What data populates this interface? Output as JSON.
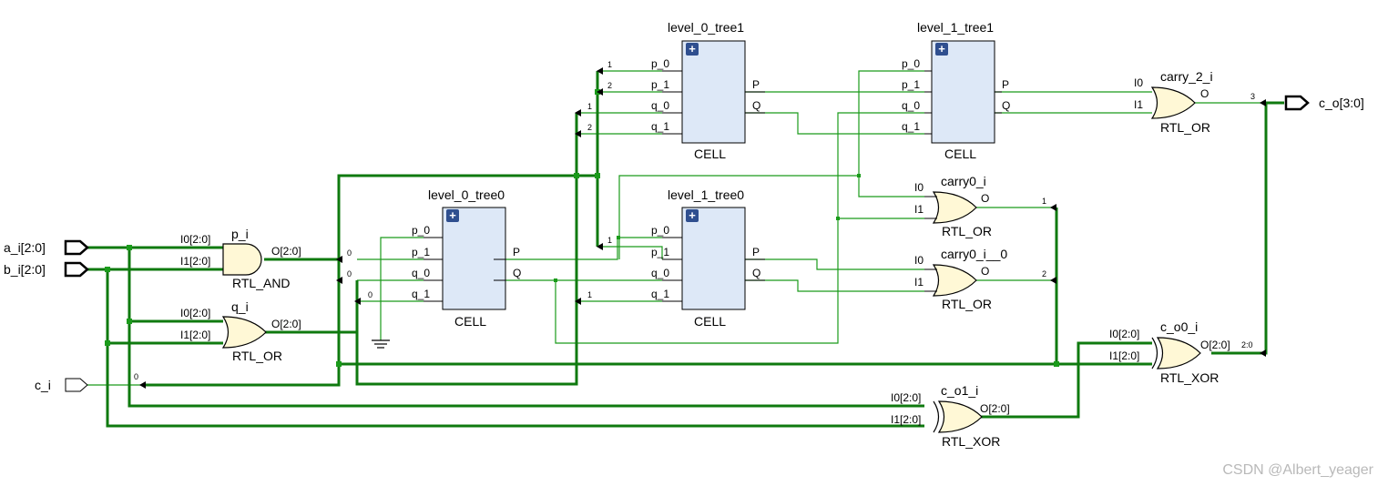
{
  "ports": {
    "a_i": "a_i[2:0]",
    "b_i": "b_i[2:0]",
    "c_i": "c_i",
    "c_o": "c_o[3:0]"
  },
  "cells": {
    "level_0_tree0": {
      "name": "level_0_tree0",
      "type": "CELL",
      "in": [
        "p_0",
        "p_1",
        "q_0",
        "q_1"
      ],
      "out": [
        "P",
        "Q"
      ],
      "expand": "+"
    },
    "level_0_tree1": {
      "name": "level_0_tree1",
      "type": "CELL",
      "in": [
        "p_0",
        "p_1",
        "q_0",
        "q_1"
      ],
      "out": [
        "P",
        "Q"
      ],
      "expand": "+"
    },
    "level_1_tree0": {
      "name": "level_1_tree0",
      "type": "CELL",
      "in": [
        "p_0",
        "p_1",
        "q_0",
        "q_1"
      ],
      "out": [
        "P",
        "Q"
      ],
      "expand": "+"
    },
    "level_1_tree1": {
      "name": "level_1_tree1",
      "type": "CELL",
      "in": [
        "p_0",
        "p_1",
        "q_0",
        "q_1"
      ],
      "out": [
        "P",
        "Q"
      ],
      "expand": "+"
    }
  },
  "gates": {
    "p_i": {
      "name": "p_i",
      "type": "RTL_AND",
      "in0": "I0[2:0]",
      "in1": "I1[2:0]",
      "out": "O[2:0]"
    },
    "q_i": {
      "name": "q_i",
      "type": "RTL_OR",
      "in0": "I0[2:0]",
      "in1": "I1[2:0]",
      "out": "O[2:0]"
    },
    "carry0_i": {
      "name": "carry0_i",
      "type": "RTL_OR",
      "in0": "I0",
      "in1": "I1",
      "out": "O"
    },
    "carry0_i__0": {
      "name": "carry0_i__0",
      "type": "RTL_OR",
      "in0": "I0",
      "in1": "I1",
      "out": "O"
    },
    "carry_2_i": {
      "name": "carry_2_i",
      "type": "RTL_OR",
      "in0": "I0",
      "in1": "I1",
      "out": "O"
    },
    "c_o0_i": {
      "name": "c_o0_i",
      "type": "RTL_XOR",
      "in0": "I0[2:0]",
      "in1": "I1[2:0]",
      "out": "O[2:0]"
    },
    "c_o1_i": {
      "name": "c_o1_i",
      "type": "RTL_XOR",
      "in0": "I0[2:0]",
      "in1": "I1[2:0]",
      "out": "O[2:0]"
    }
  },
  "bits": {
    "l0t1_p0": "1",
    "l0t1_p1": "2",
    "l0t1_q0": "1",
    "l0t1_q1": "2",
    "l0t0_p1": "0",
    "l0t0_q0": "0",
    "l0t0_q1": "0",
    "l1t0_p1": "1",
    "l1t0_q1": "1",
    "ci": "0",
    "carry0": "1",
    "carry0_0": "2",
    "carry2": "3",
    "co_xor": "2:0"
  },
  "watermark": "CSDN @Albert_yeager",
  "colors": {
    "wire": "#1a9b1a",
    "bus": "#0f7a0f",
    "cell": "#dde8f7",
    "gate": "#fff8d6",
    "expand_button": "#2f4f8f"
  }
}
